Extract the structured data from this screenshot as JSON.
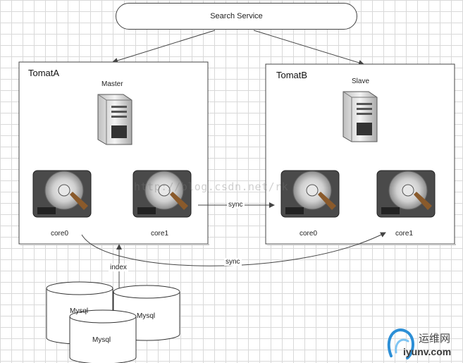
{
  "diagram": {
    "search_service": "Search Service",
    "tomcat_a": {
      "title": "TomatA",
      "server_label": "Master",
      "disk_left_label": "core0",
      "disk_right_label": "core1"
    },
    "tomcat_b": {
      "title": "TomatB",
      "server_label": "Slave",
      "disk_left_label": "core0",
      "disk_right_label": "core1"
    },
    "sync_label_top": "sync",
    "sync_label_bottom": "sync",
    "index_label": "index",
    "mysql_labels": [
      "Mysql",
      "Mysql",
      "Mysql"
    ],
    "watermark": "http://blog.csdn.net/rk",
    "logo": {
      "cn": "运维网",
      "domain": "iyunv.com"
    }
  },
  "colors": {
    "line": "#444444",
    "grid": "#d9d9d9",
    "logo_blue": "#2d8fd6"
  }
}
